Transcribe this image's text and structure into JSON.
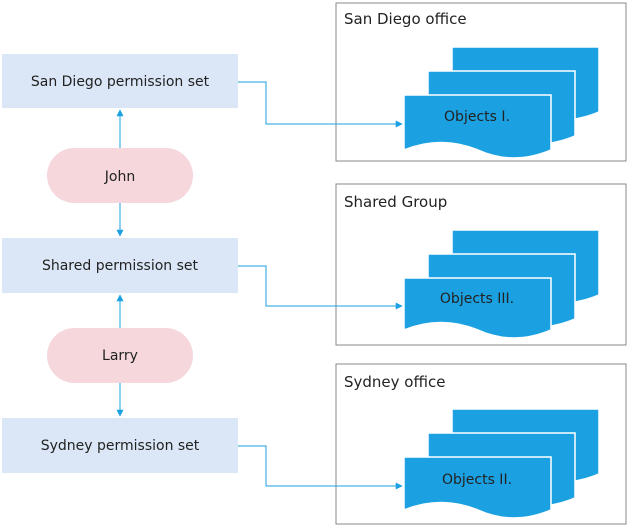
{
  "permission_sets": [
    {
      "label": "San Diego permission set"
    },
    {
      "label": "Shared permission set"
    },
    {
      "label": "Sydney permission set"
    }
  ],
  "users": [
    {
      "label": "John"
    },
    {
      "label": "Larry"
    }
  ],
  "groups": [
    {
      "title": "San Diego office",
      "objects_label": "Objects I."
    },
    {
      "title": "Shared Group",
      "objects_label": "Objects III."
    },
    {
      "title": "Sydney office",
      "objects_label": "Objects II."
    }
  ],
  "colors": {
    "permission_fill": "#dbe7f7",
    "user_fill": "#f5d7dc",
    "document_fill": "#1ba1e2",
    "connector": "#1ba1e2",
    "group_border": "#888888"
  }
}
